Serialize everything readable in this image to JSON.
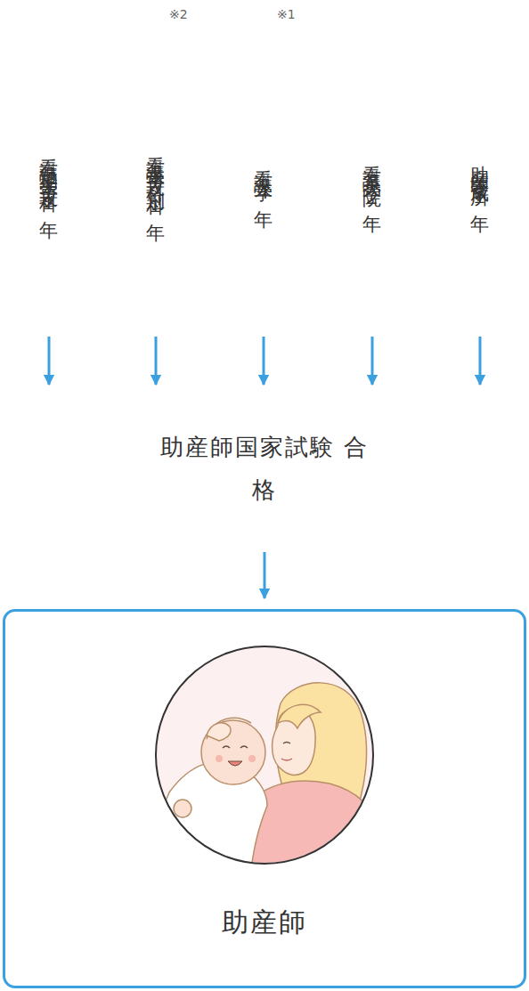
{
  "diagram": {
    "nodes": [
      {
        "text": [
          "看護短期大学専攻科１年"
        ]
      },
      {
        "text": [
          "看護大学専攻科・別科１年"
        ]
      },
      {
        "text": [
          "看護大学４年"
        ]
      },
      {
        "text": [
          "看護系大学院２年"
        ]
      },
      {
        "text": [
          "助産師養成所１年"
        ]
      },
      {
        "text": [
          "助産師国家試験 合格"
        ]
      },
      {
        "text": [
          "助産師"
        ]
      }
    ],
    "edges": [
      {
        "from": 0,
        "to": 5,
        "arrow": "to"
      },
      {
        "from": 1,
        "to": 5,
        "arrow": "to"
      },
      {
        "from": 2,
        "to": 5,
        "arrow": "to"
      },
      {
        "from": 3,
        "to": 5,
        "arrow": "to"
      },
      {
        "from": 4,
        "to": 5,
        "arrow": "to"
      },
      {
        "from": 5,
        "to": 6,
        "arrow": "to"
      }
    ],
    "labels": [
      "※2",
      "※1"
    ]
  }
}
